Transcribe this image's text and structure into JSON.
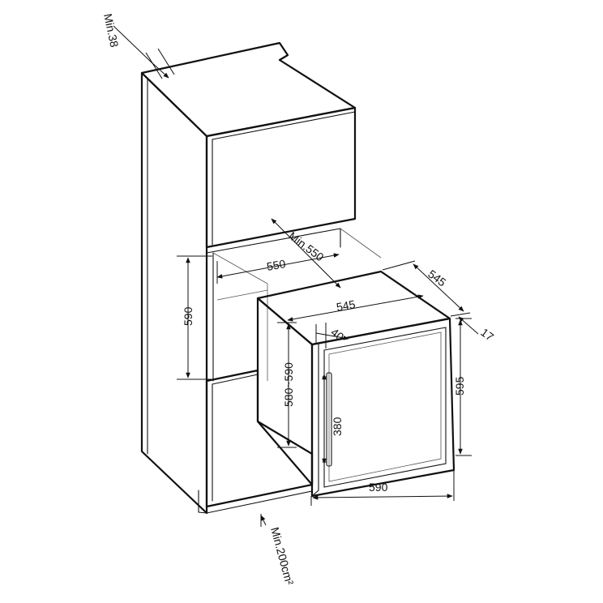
{
  "dimensions": {
    "top_gap": "Min.38",
    "depth_min": "Min.550",
    "niche_width": "550",
    "niche_height": "590",
    "unit_depth": "545",
    "unit_width_top": "545",
    "door_thickness": "17",
    "handle_depth": "40",
    "unit_height_range": "580~590",
    "handle_height": "380",
    "door_height": "595",
    "door_width": "590",
    "ventilation": "Min.200cm²"
  }
}
